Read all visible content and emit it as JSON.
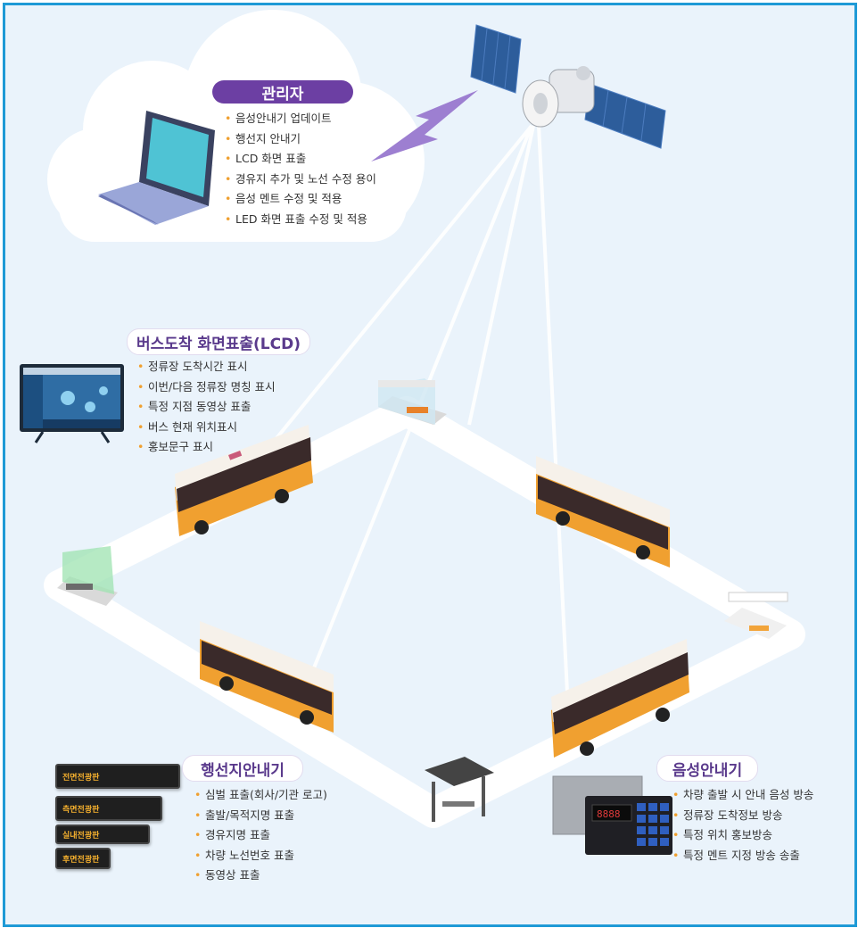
{
  "admin": {
    "title": "관리자",
    "items": [
      "음성안내기 업데이트",
      "행선지 안내기",
      "LCD 화면 표출",
      "경유지 추가 및 노선 수정 용이",
      "음성 멘트 수정 및 적용",
      "LED 화면 표출 수정 및 적용"
    ]
  },
  "lcd": {
    "title": "버스도착 화면표출(LCD)",
    "items": [
      "정류장 도착시간 표시",
      "이번/다음 정류장 명칭 표시",
      "특정 지점 동영상 표출",
      "버스 현재 위치표시",
      "홍보문구 표시"
    ]
  },
  "destination": {
    "title": "행선지안내기",
    "items": [
      "심벌 표출(회사/기관 로고)",
      "출발/목적지명 표출",
      "경유지명 표출",
      "차량 노선번호 표출",
      "동영상 표출"
    ],
    "signs": [
      "전면전광판",
      "측면전광판",
      "실내전광판",
      "후면전광판"
    ]
  },
  "voice": {
    "title": "음성안내기",
    "items": [
      "차량 출발 시 안내 음성 방송",
      "정류장 도착정보 방송",
      "특정 위치 홍보방송",
      "특정 멘트 지정 방송 송출"
    ]
  },
  "colors": {
    "accent": "#6c3fa3",
    "frame": "#1f9ad6",
    "bus": "#f0a030",
    "bullet": "#f0a030"
  },
  "icons": [
    "satellite-icon",
    "laptop-icon",
    "lcd-monitor-icon",
    "bus-icon",
    "bus-shelter-icon",
    "voice-device-icon",
    "led-sign-icon"
  ]
}
